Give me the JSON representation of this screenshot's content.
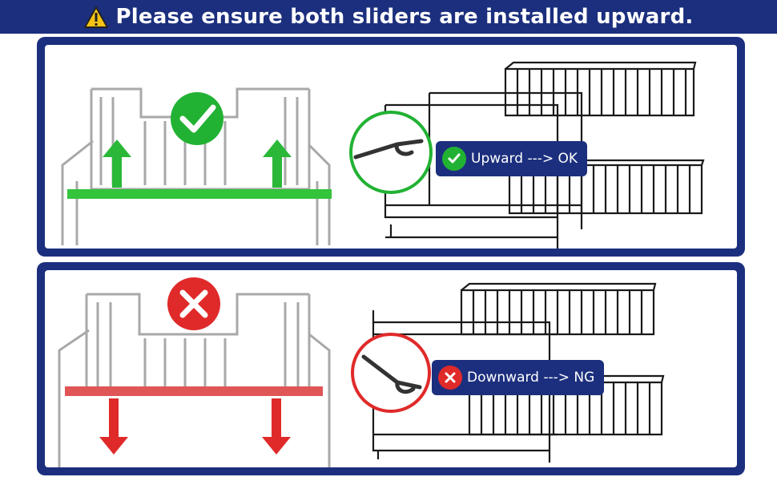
{
  "header": {
    "text": "Please ensure both sliders are installed upward.",
    "icon": "warning-triangle-icon"
  },
  "panel_ok": {
    "label": "Upward ---> OK",
    "icon": "check-circle-icon",
    "status_color": "#22b233"
  },
  "panel_ng": {
    "label": "Downward ---> NG",
    "icon": "x-circle-icon",
    "status_color": "#e02a2a"
  },
  "colors": {
    "brand_navy": "#1c2f7e",
    "ok_green": "#22b233",
    "ng_red": "#e02a2a"
  }
}
